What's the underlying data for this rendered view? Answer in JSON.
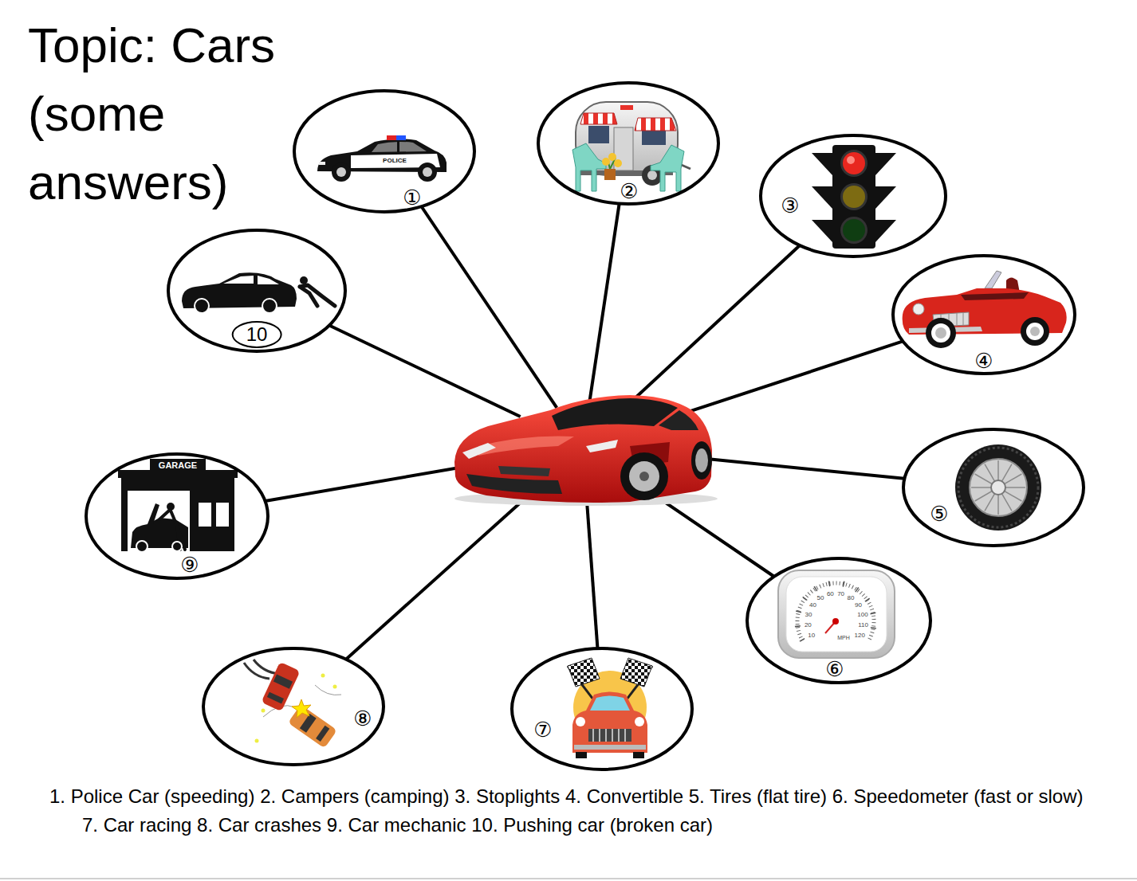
{
  "diagram": {
    "title": "Topic: Cars (some answers)",
    "caption": "1. Police Car (speeding) 2. Campers (camping) 3. Stoplights 4. Convertible 5. Tires (flat tire) 6. Speedometer (fast or slow) 7. Car racing 8. Car crashes 9. Car mechanic 10. Pushing car (broken car)",
    "nodes": [
      {
        "text": []
      },
      {
        "text": [
          "①"
        ]
      },
      {
        "text": [
          "②"
        ]
      },
      {
        "text": [
          "③"
        ]
      },
      {
        "text": [
          "④"
        ]
      },
      {
        "text": [
          "⑤"
        ]
      },
      {
        "text": [
          "⑥"
        ]
      },
      {
        "text": [
          "⑦"
        ]
      },
      {
        "text": [
          "⑧"
        ]
      },
      {
        "text": [
          "⑨"
        ]
      },
      {
        "text": [
          "10"
        ]
      }
    ],
    "edges": [
      {
        "from": 0,
        "to": 1,
        "arrow": "none"
      },
      {
        "from": 0,
        "to": 2,
        "arrow": "none"
      },
      {
        "from": 0,
        "to": 3,
        "arrow": "none"
      },
      {
        "from": 0,
        "to": 4,
        "arrow": "none"
      },
      {
        "from": 0,
        "to": 5,
        "arrow": "none"
      },
      {
        "from": 0,
        "to": 6,
        "arrow": "none"
      },
      {
        "from": 0,
        "to": 7,
        "arrow": "none"
      },
      {
        "from": 0,
        "to": 8,
        "arrow": "none"
      },
      {
        "from": 0,
        "to": 9,
        "arrow": "none"
      },
      {
        "from": 0,
        "to": 10,
        "arrow": "none"
      }
    ],
    "labels": [
      "POLICE",
      "GARAGE",
      "10",
      "20",
      "30",
      "40",
      "50",
      "60",
      "70",
      "80",
      "90",
      "100",
      "110",
      "120",
      "MPH"
    ]
  }
}
